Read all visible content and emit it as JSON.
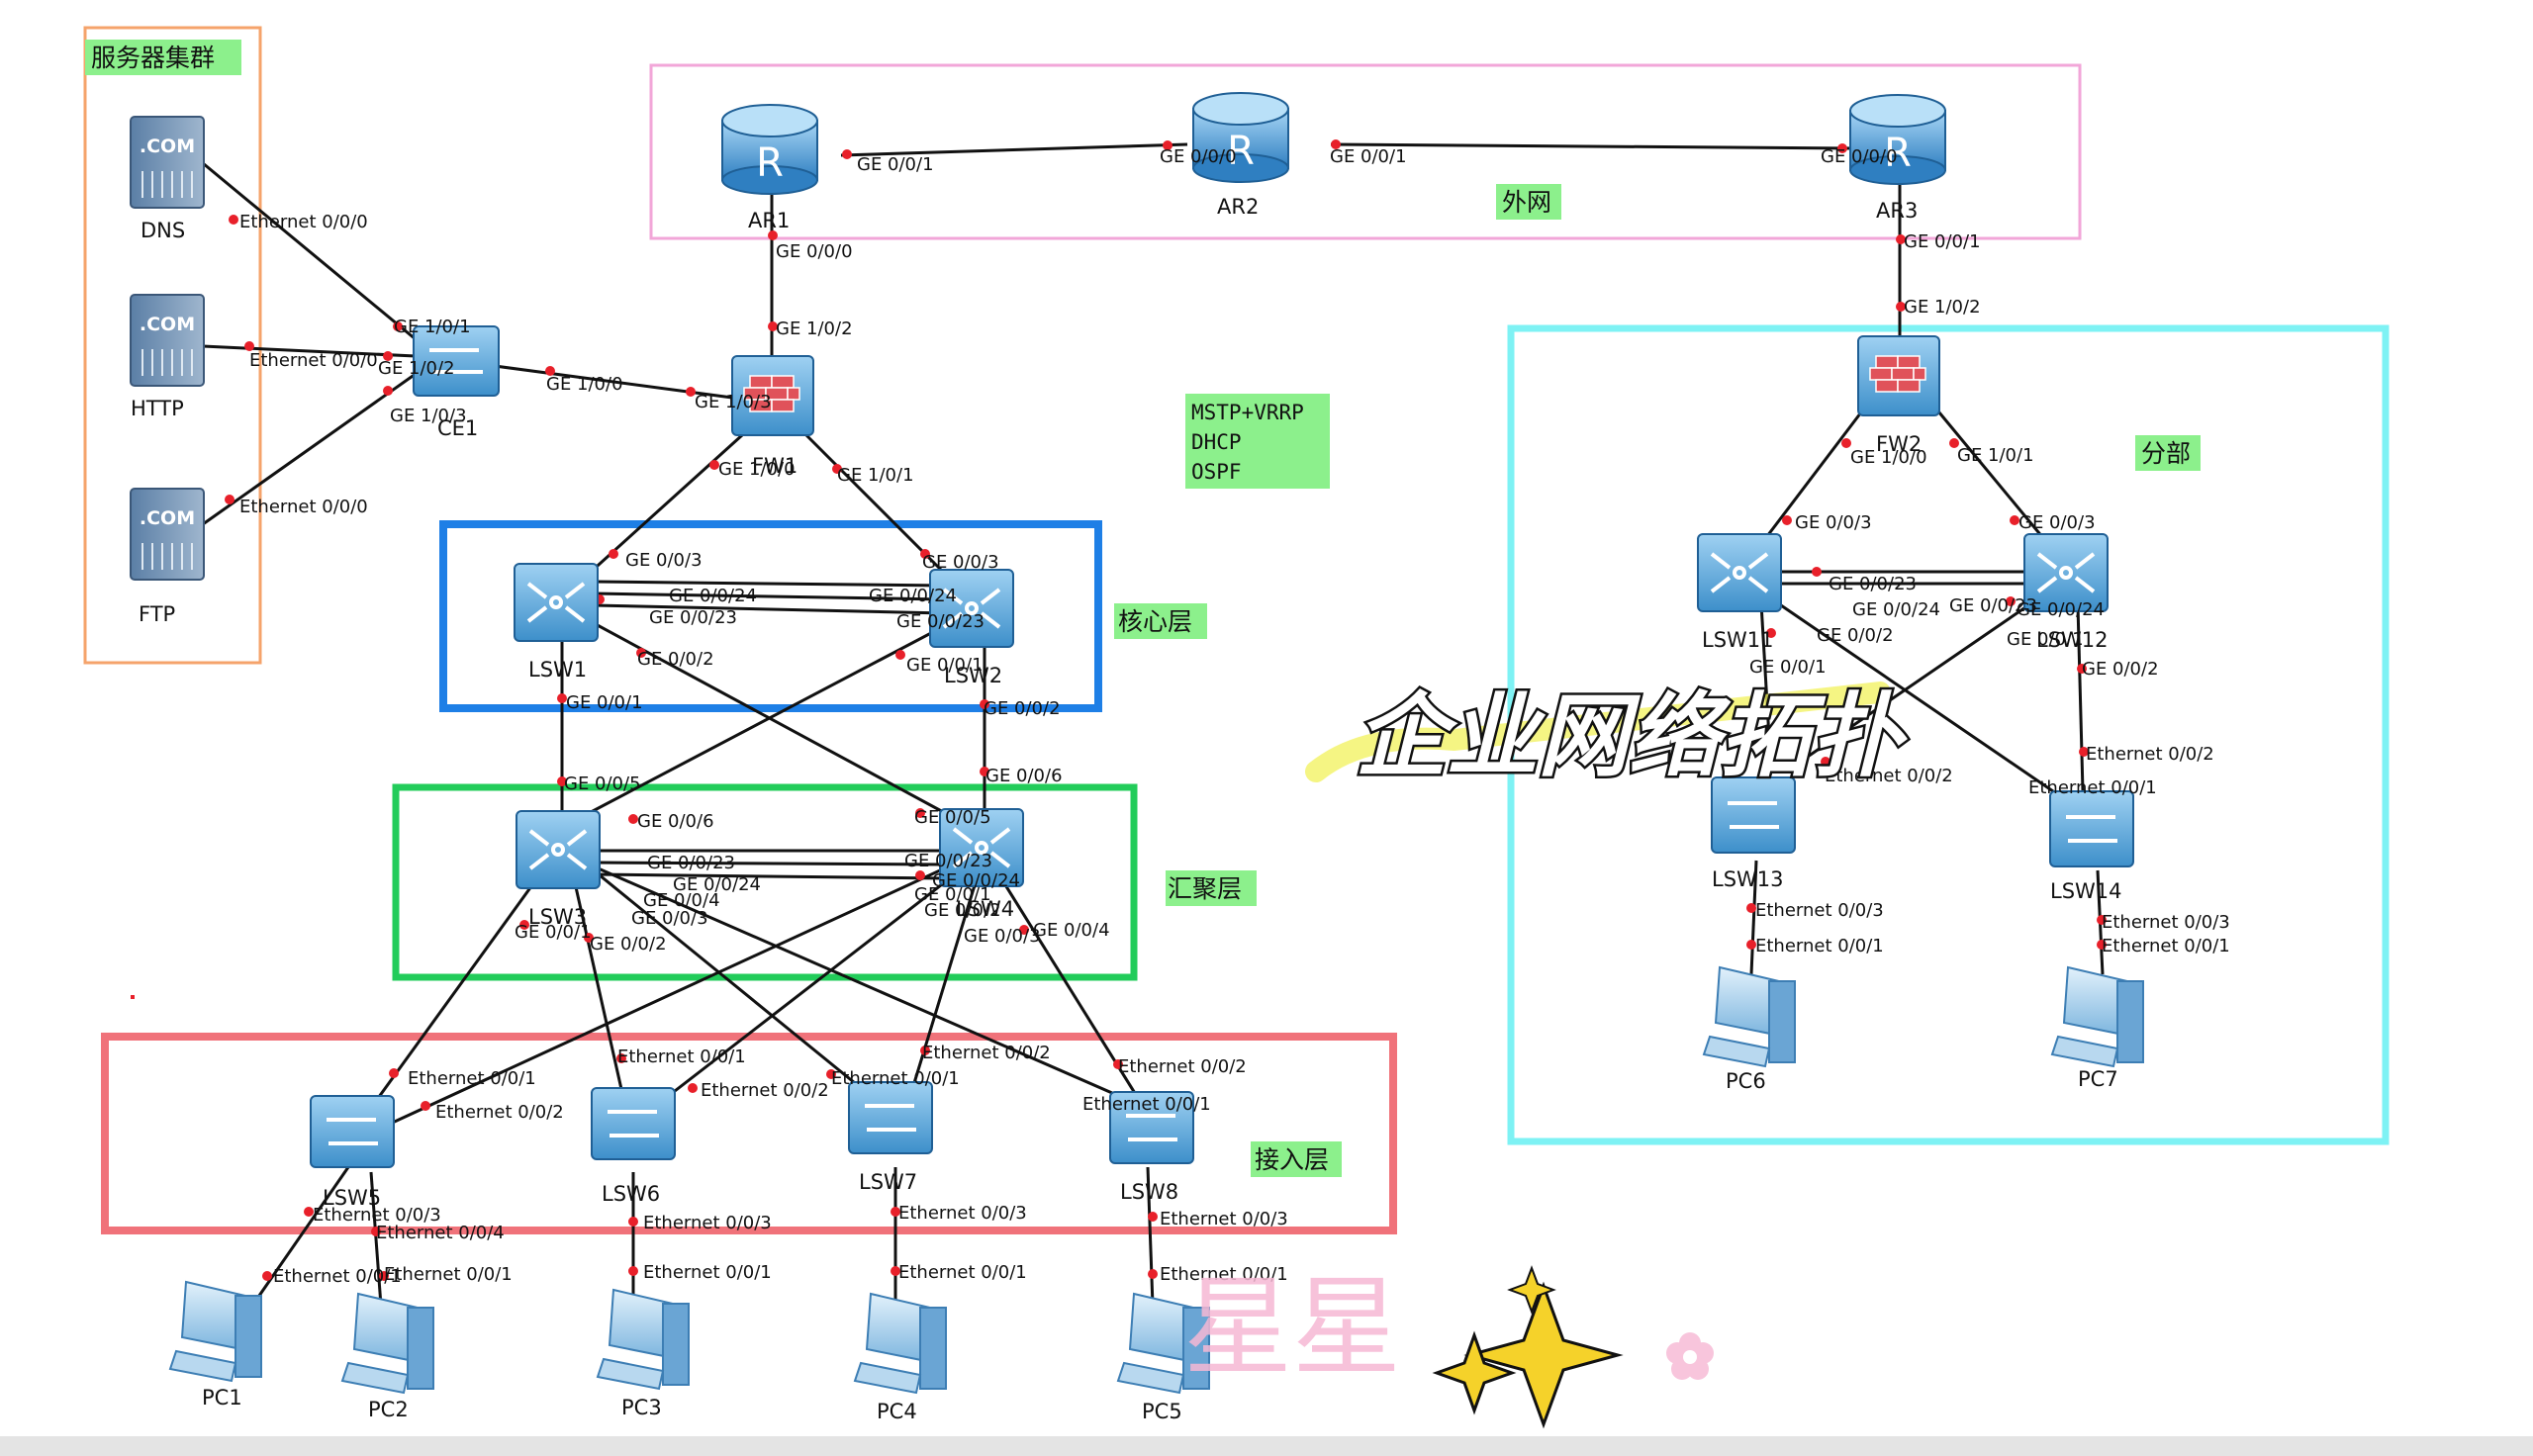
{
  "title": "企业网络拓扑",
  "zones": {
    "server": "服务器集群",
    "wan": "外网",
    "branch": "分部",
    "core": "核心层",
    "aggregation": "汇聚层",
    "access": "接入层"
  },
  "protocols": [
    "MSTP+VRRP",
    "DHCP",
    "OSPF"
  ],
  "devices": {
    "DNS": "DNS",
    "HTTP": "HTTP",
    "FTP": "FTP",
    "CE1": "CE1",
    "FW1": "FW1",
    "FW2": "FW2",
    "AR1": "AR1",
    "AR2": "AR2",
    "AR3": "AR3",
    "LSW1": "LSW1",
    "LSW2": "LSW2",
    "LSW3": "LSW3",
    "LSW4": "LSW4",
    "LSW5": "LSW5",
    "LSW6": "LSW6",
    "LSW7": "LSW7",
    "LSW8": "LSW8",
    "LSW11": "LSW11",
    "LSW12": "LSW12",
    "LSW13": "LSW13",
    "LSW14": "LSW14",
    "PC1": "PC1",
    "PC2": "PC2",
    "PC3": "PC3",
    "PC4": "PC4",
    "PC5": "PC5",
    "PC6": "PC6",
    "PC7": "PC7"
  },
  "ports": [
    "Ethernet 0/0/0",
    "Ethernet 0/0/0",
    "Ethernet 0/0/0",
    "GE 1/0/1",
    "GE 1/0/2",
    "GE 1/0/3",
    "GE 1/0/0",
    "GE 1/0/3",
    "GE 1/0/0",
    "GE 1/0/1",
    "GE 0/0/0",
    "GE 1/0/2",
    "GE 0/0/1",
    "GE 0/0/0",
    "GE 0/0/1",
    "GE 0/0/0",
    "GE 0/0/1",
    "GE 1/0/2",
    "GE 0/0/3",
    "GE 0/0/24",
    "GE 0/0/23",
    "GE 0/0/2",
    "GE 0/0/1",
    "GE 0/0/3",
    "GE 0/0/24",
    "GE 0/0/23",
    "GE 0/0/1",
    "GE 0/0/2",
    "GE 0/0/5",
    "GE 0/0/6",
    "GE 0/0/23",
    "GE 0/0/24",
    "GE 0/0/4",
    "GE 0/0/3",
    "GE 0/0/1",
    "GE 0/0/2",
    "GE 0/0/6",
    "GE 0/0/5",
    "GE 0/0/23",
    "GE 0/0/24",
    "GE 0/0/1",
    "GE 0/0/2",
    "GE 0/0/3",
    "GE 0/0/4",
    "Ethernet 0/0/1",
    "Ethernet 0/0/2",
    "Ethernet 0/0/1",
    "Ethernet 0/0/2",
    "Ethernet 0/0/1",
    "Ethernet 0/0/2",
    "Ethernet 0/0/2",
    "Ethernet 0/0/1",
    "Ethernet 0/0/3",
    "Ethernet 0/0/4",
    "Ethernet 0/0/1",
    "Ethernet 0/0/1",
    "Ethernet 0/0/3",
    "Ethernet 0/0/1",
    "Ethernet 0/0/3",
    "Ethernet 0/0/1",
    "Ethernet 0/0/3",
    "Ethernet 0/0/1",
    "GE 1/0/0",
    "GE 1/0/1",
    "GE 0/0/3",
    "GE 0/0/3",
    "GE 0/0/23",
    "GE 0/0/24",
    "GE 0/0/23",
    "GE 0/0/24",
    "GE 0/0/2",
    "GE 0/0/1",
    "GE 0/0/1",
    "GE 0/0/2",
    "Ethernet 0/0/2",
    "Ethernet 0/0/2",
    "Ethernet 0/0/1",
    "Ethernet 0/0/3",
    "Ethernet 0/0/1",
    "Ethernet 0/0/3",
    "Ethernet 0/0/1"
  ],
  "watermark": "星星",
  "colors": {
    "server": "#f5a36b",
    "wan": "#f2a6d8",
    "core": "#1e7fe6",
    "aggregation": "#22cc5a",
    "access": "#f0727a",
    "branch": "#7ef2f4",
    "tag": "#8cf08c",
    "dot": "#e8202a",
    "device": "#4f9fd6"
  }
}
